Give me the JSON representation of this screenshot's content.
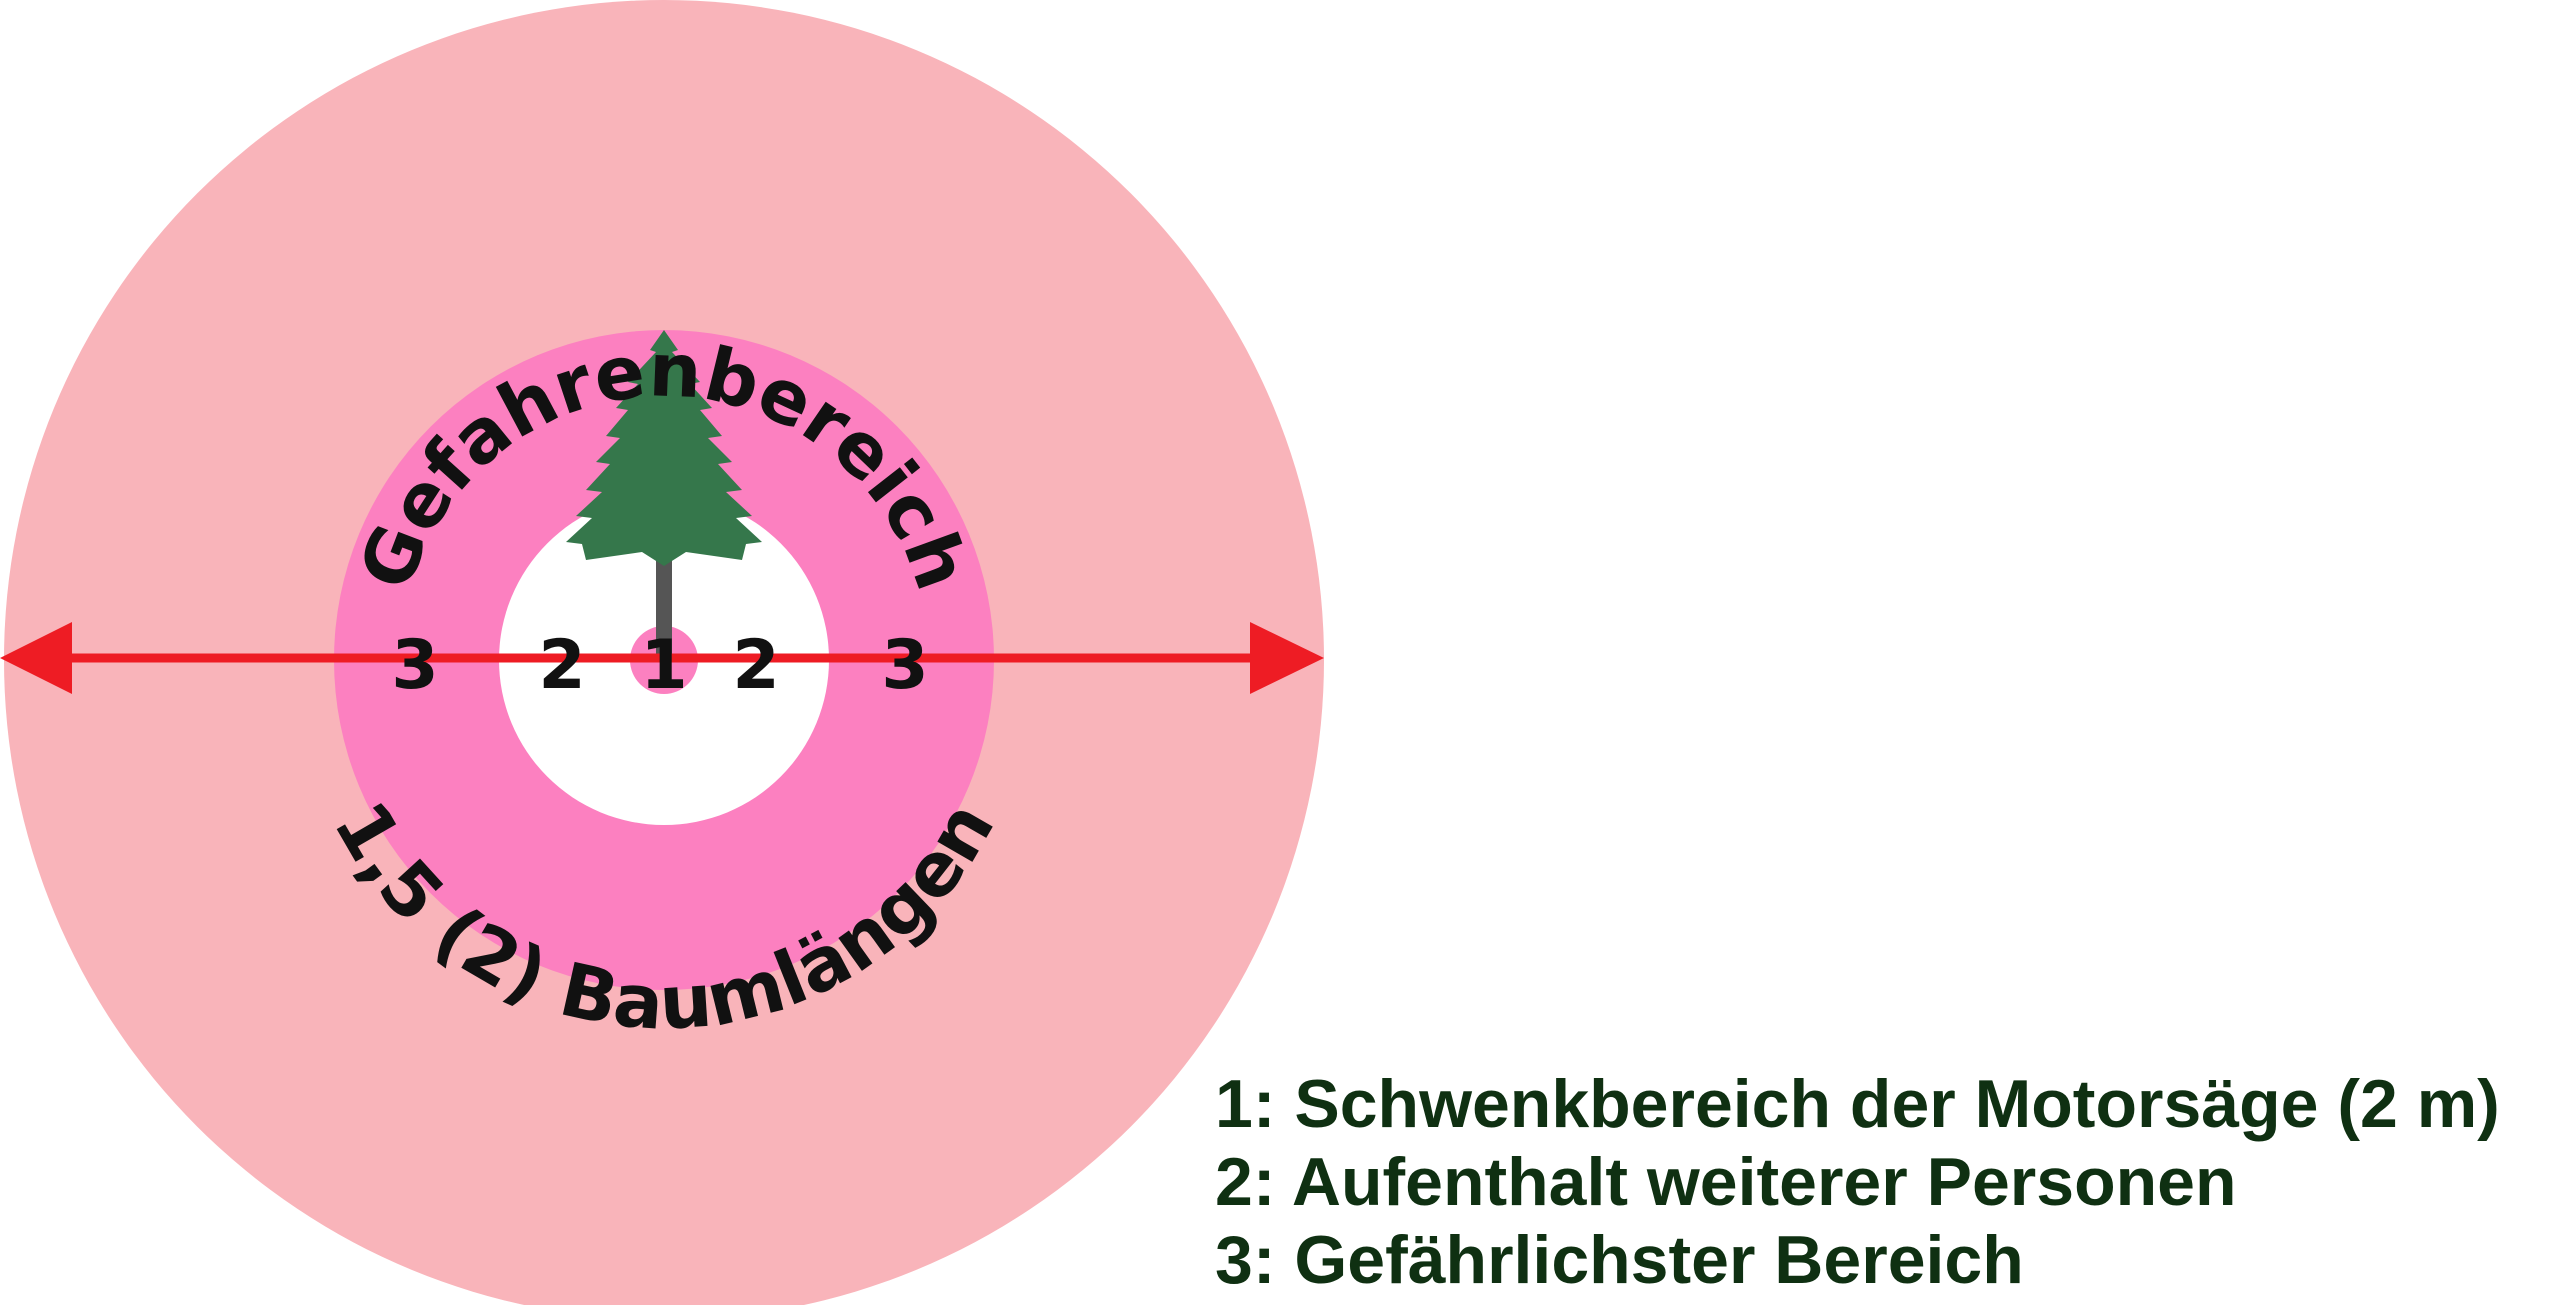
{
  "diagram": {
    "outer_label": "Gefahrenbereich",
    "bottom_label": "1,5 (2) Baumlängen",
    "zone_numbers": [
      "3",
      "2",
      "1",
      "2",
      "3"
    ],
    "colors": {
      "outer_zone": "#f9b4ba",
      "middle_zone": "#fc80c0",
      "inner_zone": "#ffffff",
      "center_dot": "#fc80c0",
      "arrow": "#ee1c24",
      "tree_foliage": "#35774b",
      "tree_trunk": "#555555",
      "label_text": "#111111"
    },
    "icons": [
      "spruce-tree-icon",
      "double-arrow"
    ]
  },
  "legend": {
    "color": "#0f3012",
    "items": [
      "1: Schwenkbereich der Motorsäge (2 m)",
      "2: Aufenthalt weiterer Personen",
      "3: Gefährlichster Bereich"
    ]
  }
}
